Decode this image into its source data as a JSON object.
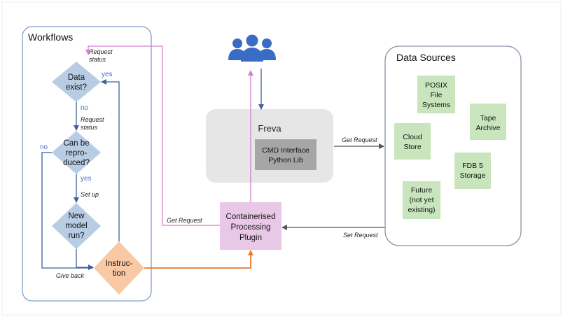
{
  "workflows": {
    "title": "Workflows",
    "decision_data_exist": [
      "Data",
      "exist?"
    ],
    "decision_reproduce": [
      "Can be",
      "repro-",
      "duced?"
    ],
    "decision_new_model": [
      "New",
      "model",
      "run?"
    ],
    "instruction": [
      "Instruc-",
      "tion"
    ],
    "yes_1": "yes",
    "no_1": "no",
    "no_2": "no",
    "yes_2": "yes",
    "request_status_1": [
      "Request",
      "status"
    ],
    "request_status_2": [
      "Request",
      "status"
    ],
    "set_up": "Set up",
    "give_back": "Give back"
  },
  "freva": {
    "title": "Freva",
    "cmd_box": [
      "CMD Interface",
      "Python Lib"
    ]
  },
  "plugin": [
    "Containerised",
    "Processing",
    "Plugin"
  ],
  "data_sources": {
    "title": "Data Sources",
    "posix": [
      "POSIX",
      "File",
      "Systems"
    ],
    "tape": [
      "Tape",
      "Archive"
    ],
    "cloud": [
      "Cloud",
      "Store"
    ],
    "fdb": [
      "FDB 5",
      "Storage"
    ],
    "future": [
      "Future",
      "(not yet",
      "existing)"
    ]
  },
  "arrows": {
    "get_request_left": "Get Request",
    "get_request_right": "Get Request",
    "set_request": "Set Request"
  },
  "colors": {
    "diamond_blue": "#b8cce4",
    "instruction_orange": "#f9c8a4",
    "plugin_pink": "#e8c8e6",
    "source_green": "#c9e5bd",
    "freva_gray": "#e6e6e6",
    "cmd_gray": "#a6a6a6",
    "users_blue": "#3a6cc4"
  },
  "icons": {
    "users": "users-group-icon"
  }
}
